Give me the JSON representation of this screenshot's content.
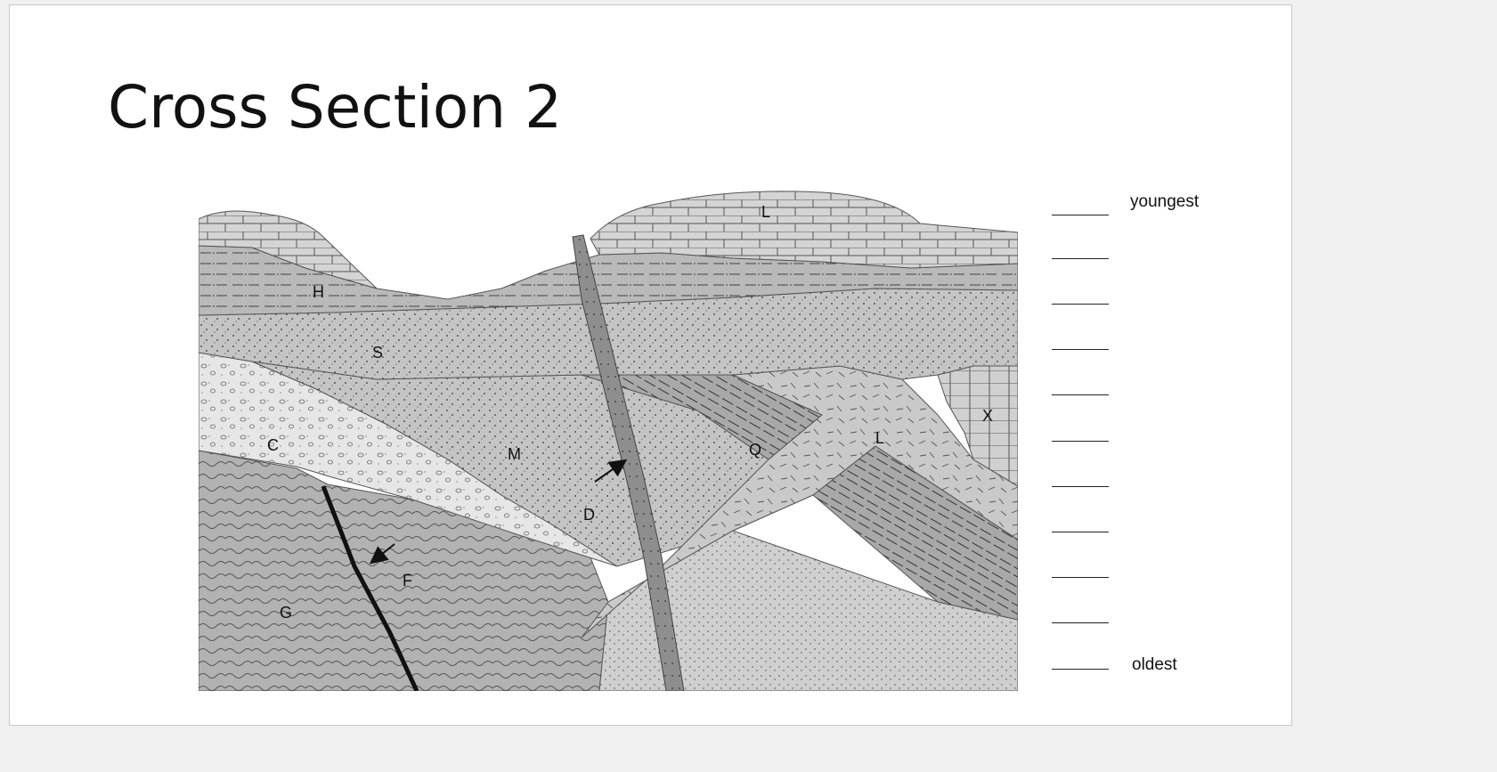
{
  "slide": {
    "title": "Cross Section 2"
  },
  "diagram": {
    "units": [
      {
        "id": "L",
        "label": "L"
      },
      {
        "id": "H",
        "label": "H"
      },
      {
        "id": "S",
        "label": "S"
      },
      {
        "id": "C",
        "label": "C"
      },
      {
        "id": "M",
        "label": "M"
      },
      {
        "id": "Q",
        "label": "Q"
      },
      {
        "id": "L2",
        "label": "L"
      },
      {
        "id": "X",
        "label": "X"
      },
      {
        "id": "D",
        "label": "D"
      },
      {
        "id": "F",
        "label": "F"
      },
      {
        "id": "G",
        "label": "G"
      }
    ]
  },
  "sequence": {
    "blank_count": 11,
    "top_label": "youngest",
    "bottom_label": "oldest"
  }
}
